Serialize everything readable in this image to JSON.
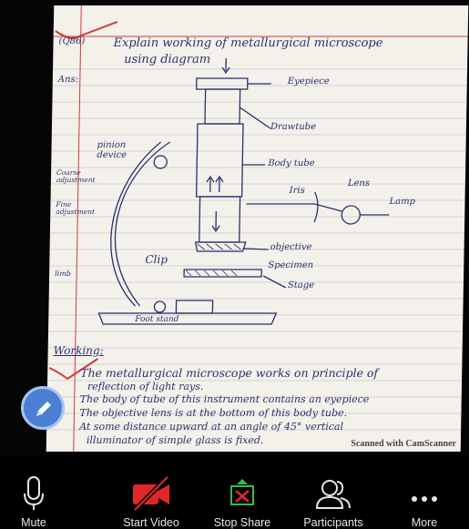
{
  "toolbar": {
    "mute": "Mute",
    "start_video": "Start Video",
    "stop_share": "Stop Share",
    "participants": "Participants",
    "more": "More"
  },
  "shared_note": {
    "question_number": "(Q86)",
    "title_line1": "Explain working of metallurgical microscope",
    "title_line2": "using diagram",
    "answer_label": "Ans:",
    "labels": {
      "eyepiece": "Eyepiece",
      "drawtube": "Drawtube",
      "body_tube": "Body tube",
      "pinion_device": "pinion device",
      "coarse_adjustment": "Coarse adjustment",
      "fine_adjustment": "Fine adjustment",
      "iris": "Iris",
      "lens": "Lens",
      "lamp": "Lamp",
      "objective": "objective",
      "clip": "Clip",
      "specimen": "Specimen",
      "stage": "Stage",
      "limb": "limb",
      "foot_stand": "Foot stand"
    },
    "working_heading": "Working:",
    "working_lines": [
      "The metallurgical microscope works on principle of",
      "reflection of light rays.",
      "The body of tube of this instrument contains an eyepiece",
      "The objective lens is at the bottom of this body tube.",
      "At some distance upward at an angle of 45° vertical",
      "illuminator of simple glass is fixed."
    ],
    "scanner_watermark": "Scanned with CamScanner"
  },
  "colors": {
    "toolbar_bg": "#000000",
    "video_off_red": "#e02828",
    "share_green": "#2fbf4a",
    "annotate_blue": "#4a7fd4",
    "ink_blue": "#2a2f6e",
    "margin_red": "#d23a3a"
  },
  "icons": [
    "microphone-icon",
    "video-off-icon",
    "stop-share-icon",
    "participants-icon",
    "more-dots-icon",
    "pencil-icon"
  ]
}
